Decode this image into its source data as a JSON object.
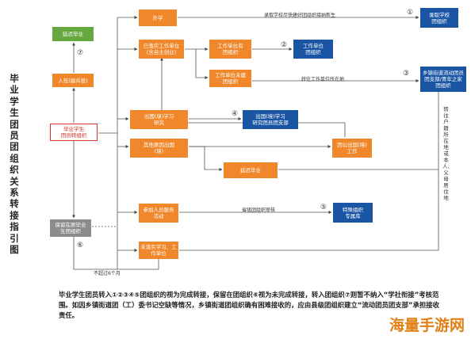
{
  "title": "毕业学生团员团组织关系转接指引图",
  "boxes": {
    "waiqu": "外学",
    "qudao_xuexiao": "录取学校\n团组织",
    "yiqu": "已落实工作单位\n(含自主创业)",
    "gongzuo_you": "工作单位有\n团组织",
    "gongzuo_tuanzuzhi": "工作单位\n团组织",
    "gongzuo_wei": "工作单位未建\n团组织",
    "xiangzhen": "乡镇街道流动团员\n团支部/青年之家\n团组织",
    "chuguo_xuexi": "出国(境)学习\n研究",
    "chuguo_tuanzhibu": "出国(境)学习\n研究团员团支部",
    "qita_chuguo": "其他原因出国\n(境)",
    "yinli_chuguo": "因公出国(境)\n工作",
    "dengji_yuanxiao": "延迟毕业",
    "yanqi": "延迟毕业",
    "ruwu": "入伍(服兵役)",
    "start": "毕业学生\n团员转组织",
    "canjia_zhiyuan": "参加人员服务\n活动",
    "teshu": "特殊组织\n专属库",
    "baoliu": "保留在原毕业\n生团组织",
    "weiluoshi": "未落实学习、工\n作单位"
  },
  "labels": {
    "l1": "录取学校尽快建好团组织接纳新生",
    "l2": "转往工作单位所在地",
    "l3": "省级团组织审核",
    "l4": "不超过6个月"
  },
  "circles": {
    "c1": "①",
    "c2": "②",
    "c3": "③",
    "c4": "④",
    "c5": "⑤",
    "c6": "⑥",
    "c7": "⑦"
  },
  "right_vertical": "转往户籍所在地或本人、父母居住地",
  "note": "毕业学生团员转入①②③④⑤团组织的视为完成转接，保留在团组织⑥视为未完成转接，转入团组织⑦则暂不纳入“学社衔接”考核范围。如因乡镇街道团（工）委书记空缺等情况，乡镇街道团组织确有困难接收的，应由县级团组织建立“流动团员团支部”承担接收责任。",
  "watermark": "海量手游网",
  "colors": {
    "orange": "#f0872a",
    "blue": "#1a55a4",
    "green": "#66a83f",
    "gray": "#8c8c8c",
    "red": "#d8332a"
  }
}
